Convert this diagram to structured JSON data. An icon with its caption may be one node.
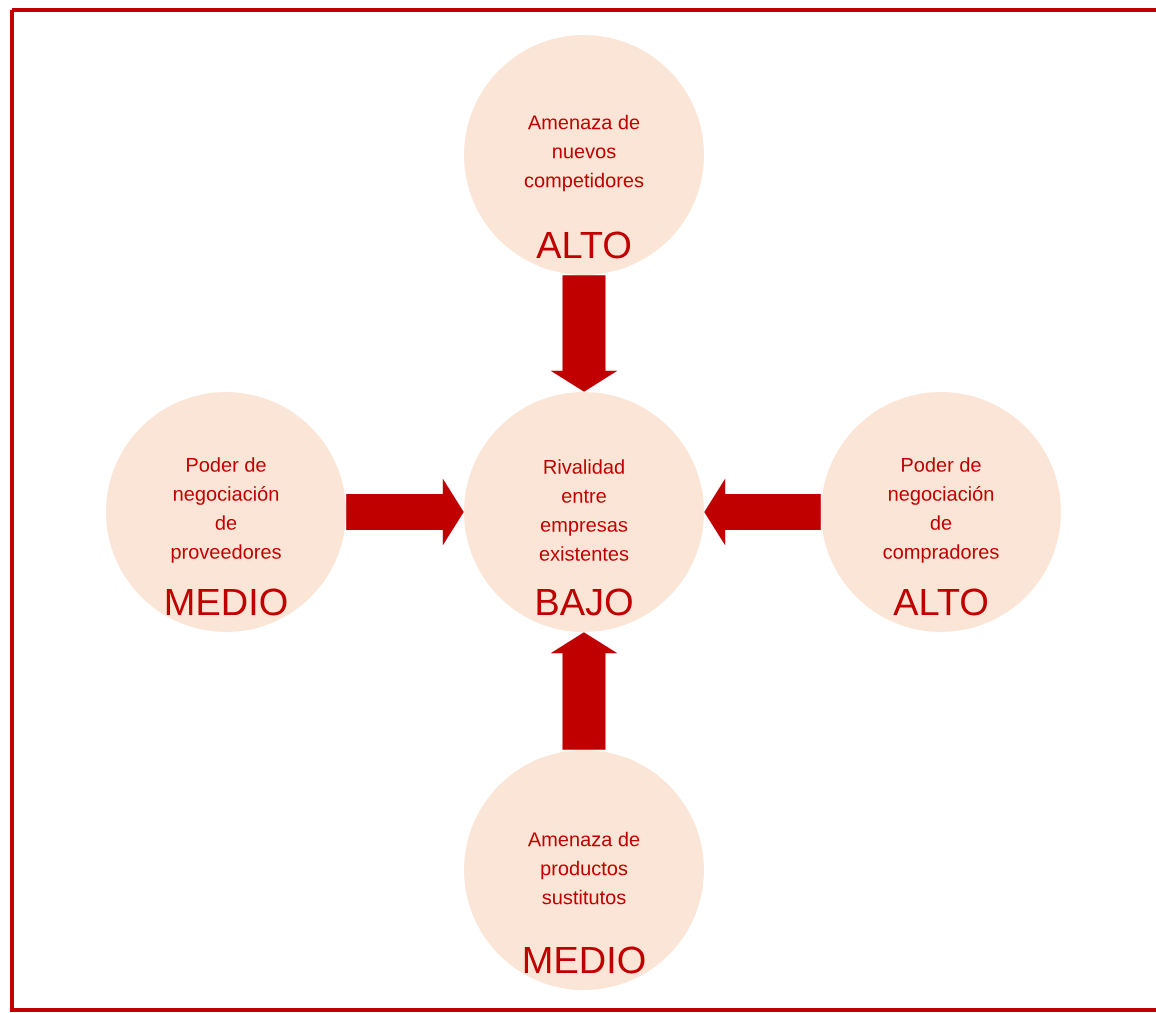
{
  "diagram": {
    "nodes": [
      {
        "text": [
          "Amenaza de nuevos competidores",
          "ALTO"
        ]
      },
      {
        "text": [
          "Poder de negociación de proveedores",
          "MEDIO"
        ]
      },
      {
        "text": [
          "Rivalidad entre empresas existentes",
          "BAJO"
        ]
      },
      {
        "text": [
          "Poder de negociación de compradores",
          "ALTO"
        ]
      },
      {
        "text": [
          "Amenaza de productos sustitutos",
          "MEDIO"
        ]
      }
    ],
    "edges": [
      {
        "from": 0,
        "to": 2,
        "arrow": "to"
      },
      {
        "from": 1,
        "to": 2,
        "arrow": "to"
      },
      {
        "from": 3,
        "to": 2,
        "arrow": "to"
      },
      {
        "from": 4,
        "to": 2,
        "arrow": "to"
      }
    ]
  }
}
